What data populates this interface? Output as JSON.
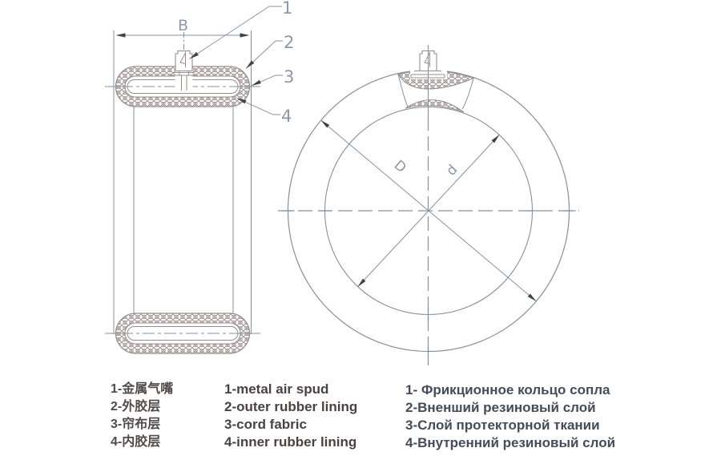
{
  "drawing": {
    "title_semantic": "inner-tube technical drawing, side cross-section and front ring view",
    "b_label": "B",
    "callouts": [
      "1",
      "2",
      "3",
      "4"
    ],
    "d_outer": "D",
    "d_inner": "d",
    "colors": {
      "construction_line": "#8590a0",
      "rubber_hatch": "#998d8b",
      "arrowhead": "#3f4247",
      "cad_text": "#8f98a6",
      "legend_cn": "#514a47",
      "legend_en": "#4a423f",
      "legend_ru": "#444c58"
    }
  },
  "legend": {
    "cn": [
      "1-金属气嘴",
      "2-外胶层",
      "3-帘布层",
      "4-内胶层"
    ],
    "en": [
      "1-metal air spud",
      "2-outer rubber lining",
      "3-cord fabric",
      "4-inner rubber lining"
    ],
    "ru": [
      "1- Фрикционное кольцо сопла",
      "2-Вненший резиновый слой",
      "3-Слой протекторной ткании",
      "4-Внутренний резиновый слой"
    ]
  }
}
